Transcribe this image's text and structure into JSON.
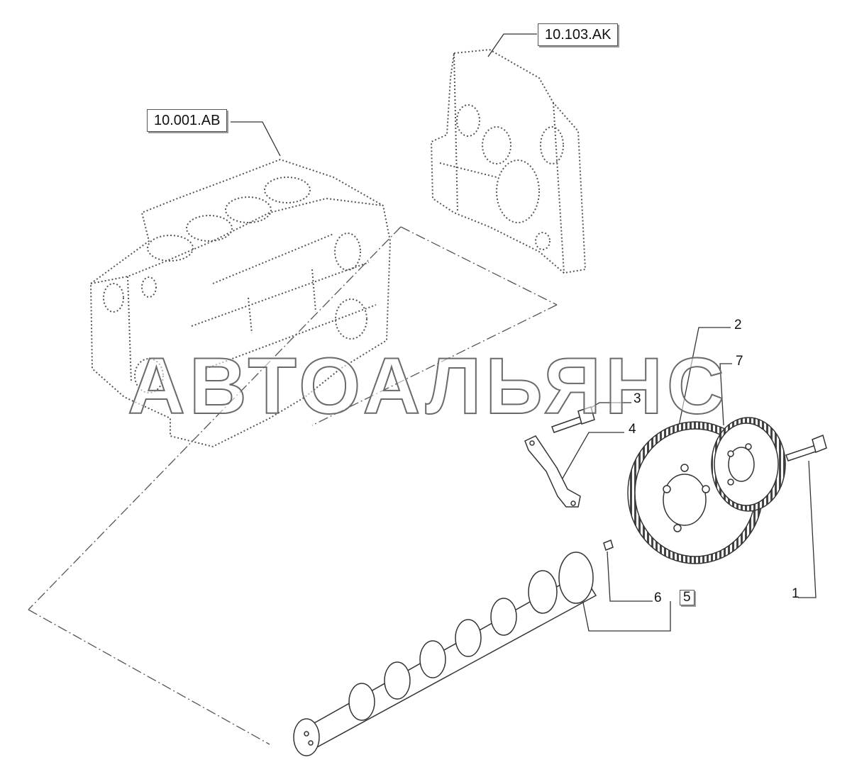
{
  "references": {
    "engine_block": "10.001.AB",
    "timing_cover": "10.103.AK"
  },
  "callouts": {
    "p1": "1",
    "p2": "2",
    "p3": "3",
    "p4": "4",
    "p5": "5",
    "p6": "6",
    "p7": "7"
  },
  "watermark": "АВТОАЛЬЯНС",
  "colors": {
    "line": "#333333",
    "dotted": "#555555",
    "box_border": "#555555"
  }
}
